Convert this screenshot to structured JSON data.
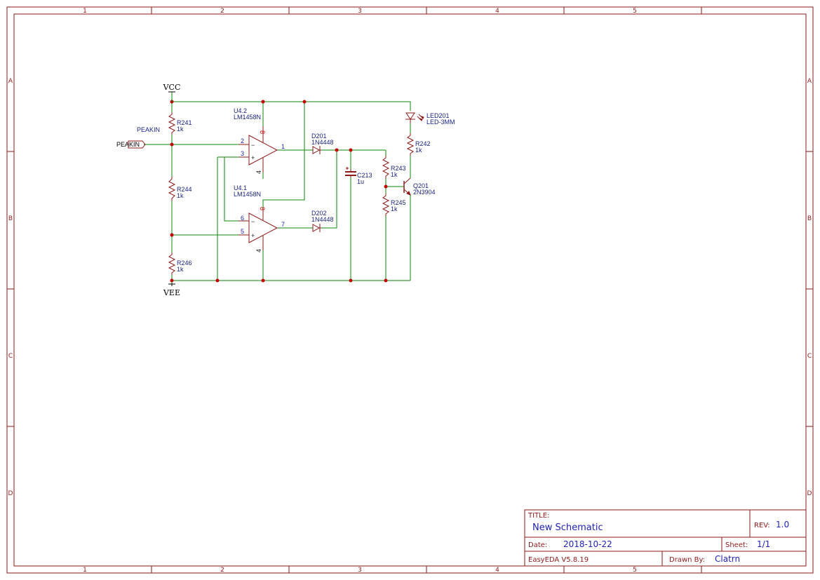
{
  "frame": {
    "col_labels": [
      "1",
      "2",
      "3",
      "4",
      "5"
    ],
    "row_labels": [
      "A",
      "B",
      "C",
      "D"
    ]
  },
  "nets": {
    "vcc": "VCC",
    "vee": "VEE",
    "peakin_port": "PEAKIN",
    "peakin_label": "PEAKIN"
  },
  "components": {
    "r241": {
      "ref": "R241",
      "value": "1k"
    },
    "r244": {
      "ref": "R244",
      "value": "1k"
    },
    "r246": {
      "ref": "R246",
      "value": "1k"
    },
    "r242": {
      "ref": "R242",
      "value": "1k"
    },
    "r243": {
      "ref": "R243",
      "value": "1k"
    },
    "r245": {
      "ref": "R245",
      "value": "1k"
    },
    "u42": {
      "ref": "U4.2",
      "value": "LM1458N",
      "pin_inv": "2",
      "pin_noninv": "3",
      "pin_out": "1",
      "pin_vplus": "8",
      "pin_vminus": "4"
    },
    "u41": {
      "ref": "U4.1",
      "value": "LM1458N",
      "pin_inv": "6",
      "pin_noninv": "5",
      "pin_out": "7",
      "pin_vplus": "8",
      "pin_vminus": "4"
    },
    "d201": {
      "ref": "D201",
      "value": "1N4448"
    },
    "d202": {
      "ref": "D202",
      "value": "1N4448"
    },
    "c213": {
      "ref": "C213",
      "value": "1u"
    },
    "led201": {
      "ref": "LED201",
      "value": "LED-3MM"
    },
    "q201": {
      "ref": "Q201",
      "value": "2N3904"
    },
    "sym_minus": "−",
    "sym_plus": "+"
  },
  "title_block": {
    "title_caption": "TITLE:",
    "title": "New Schematic",
    "rev_caption": "REV:",
    "rev": "1.0",
    "date_caption": "Date:",
    "date": "2018-10-22",
    "sheet_caption": "Sheet:",
    "sheet": "1/1",
    "tool": "EasyEDA V5.8.19",
    "drawn_caption": "Drawn By:",
    "drawn_by": "Clatrn"
  },
  "colors": {
    "frame": "#8b1a1a",
    "wire": "#0e8a0e",
    "junction": "#c40000",
    "label": "#1a237e"
  }
}
